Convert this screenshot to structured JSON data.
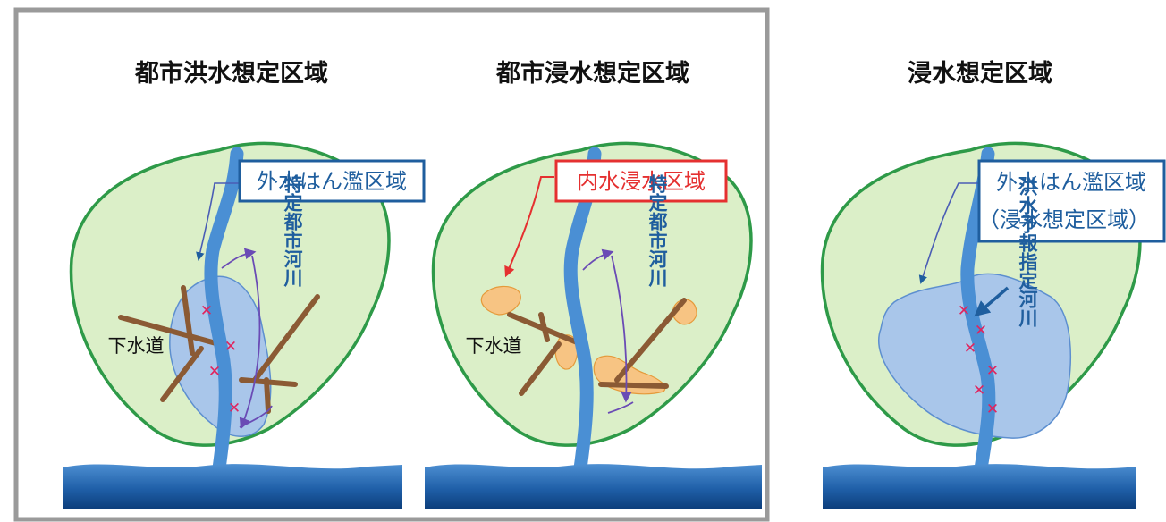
{
  "panels": [
    {
      "title": "都市洪水想定区域",
      "callout": "外水はん濫区域",
      "vertical_label": "特定都市河川",
      "sewer_label": "下水道"
    },
    {
      "title": "都市浸水想定区域",
      "callout": "内水浸水区域",
      "vertical_label": "特定都市河川",
      "sewer_label": "下水道"
    },
    {
      "title": "浸水想定区域",
      "callout": "外水はん濫区域",
      "callout_line2": "（浸水想定区域）",
      "vertical_label": "洪水予報指定河川"
    }
  ],
  "colors": {
    "basin_fill": "#dbefc8",
    "basin_stroke": "#2e9a48",
    "river": "#4a8fd4",
    "flood_area": "#a9c6ea",
    "inland_flood": "#f7c483",
    "sewer": "#8b5a34",
    "callout_blue": "#1f5e9e",
    "callout_red": "#e53030",
    "flow_arrow": "#6a4bb5",
    "frame": "#9a9a9a"
  }
}
